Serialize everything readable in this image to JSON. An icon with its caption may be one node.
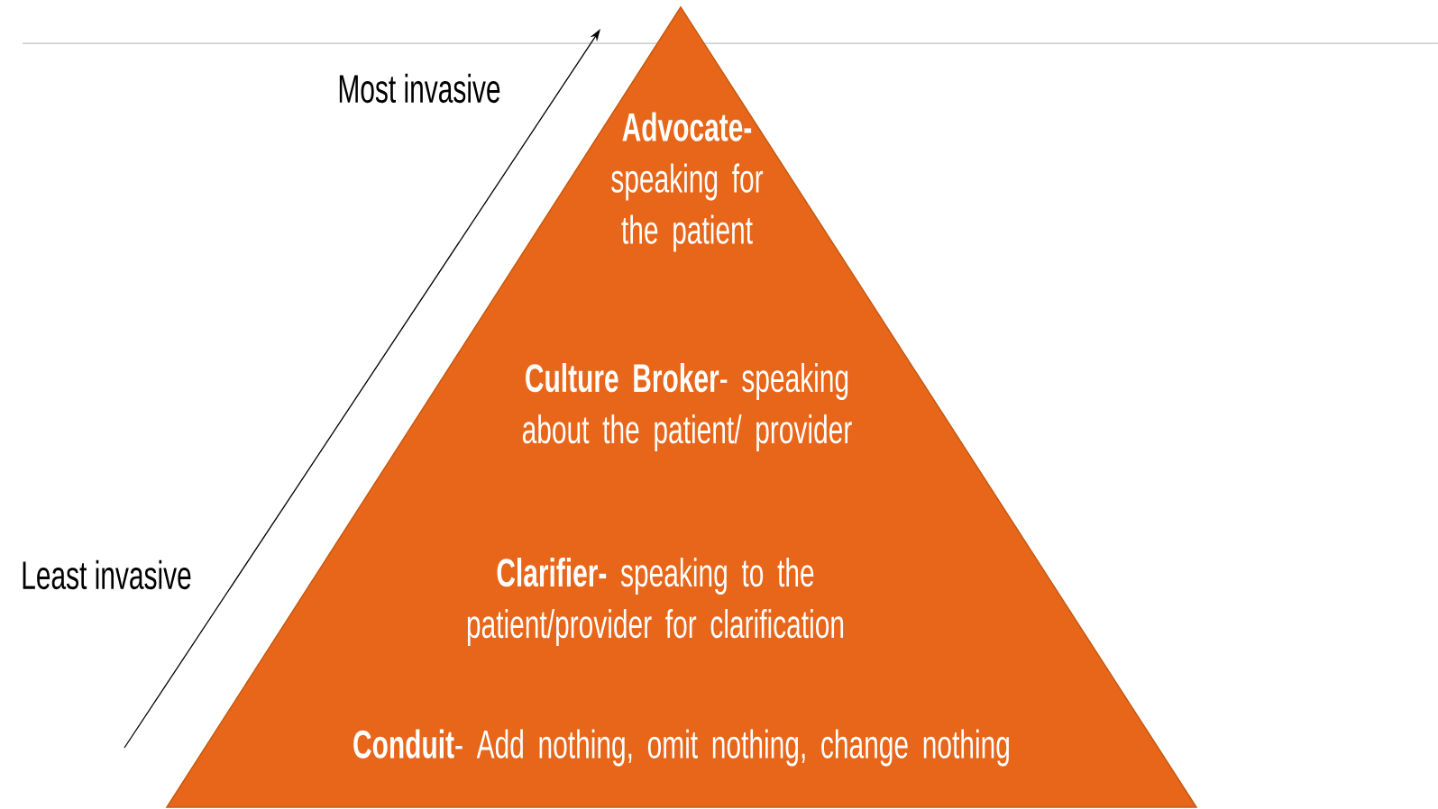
{
  "diagram": {
    "nodes": [
      {
        "text": [
          "**Advocate-** speaking for the patient",
          "**Culture Broker**- speaking about the patient/ provider",
          "**Clarifier-** speaking to the patient/provider for clarification",
          "**Conduit**- Add nothing, omit nothing, change nothing"
        ]
      }
    ],
    "labels": [
      "Most invasive",
      "Least invasive"
    ]
  }
}
